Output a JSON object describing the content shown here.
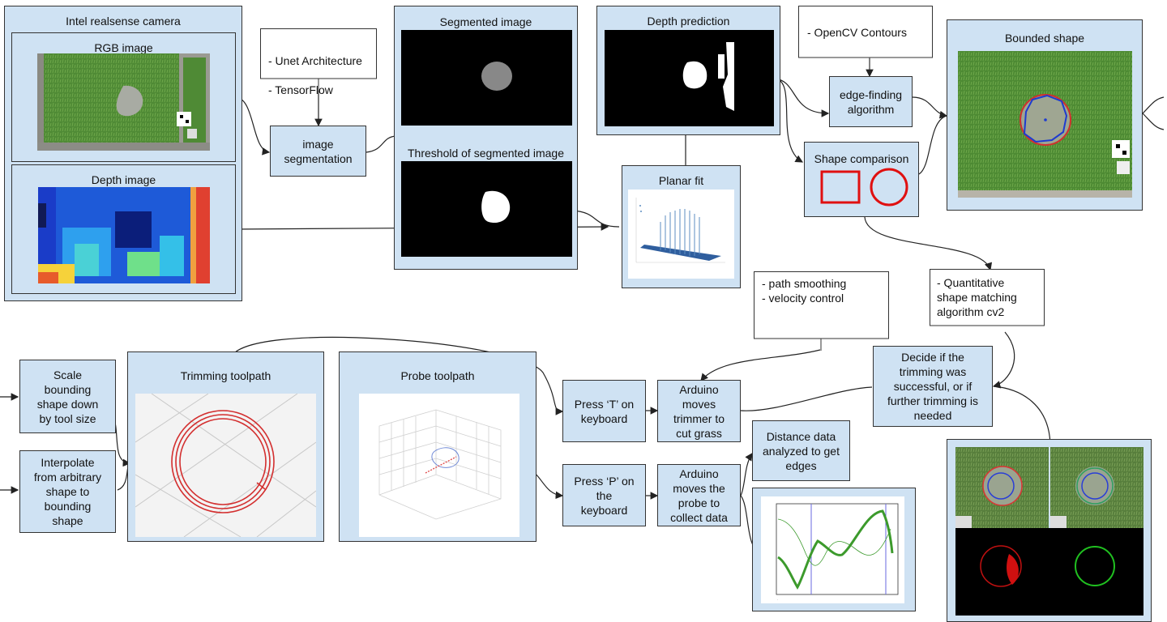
{
  "camera": {
    "title": "Intel realsense camera",
    "rgb_title": "RGB image",
    "depth_title": "Depth image"
  },
  "unet_note": {
    "line1": "- Unet Architecture",
    "line2": "- TensorFlow"
  },
  "image_segmentation": "image\nsegmentation",
  "segmented": {
    "title": "Segmented image",
    "threshold_title": "Threshold of segmented image"
  },
  "depth_prediction": {
    "title": "Depth prediction"
  },
  "planar_fit": {
    "title": "Planar fit"
  },
  "opencv_note": "- OpenCV Contours",
  "edge_finding": "edge-finding\nalgorithm",
  "shape_comparison": {
    "title": "Shape comparison"
  },
  "bounded_shape": {
    "title": "Bounded shape"
  },
  "quant_note": "- Quantitative\nshape matching\nalgorithm cv2",
  "path_note": "- path smoothing\n- velocity control",
  "scale_box": "Scale\nbounding\nshape down\nby tool size",
  "interp_box": "Interpolate\nfrom arbitrary\nshape to\nbounding\nshape",
  "trimming_toolpath": {
    "title": "Trimming toolpath"
  },
  "probe_toolpath": {
    "title": "Probe toolpath"
  },
  "press_t": "Press ‘T’ on\nkeyboard",
  "press_p": "Press ‘P’ on\nthe\nkeyboard",
  "arduino_trim": "Arduino\nmoves\ntrimmer to\ncut grass",
  "arduino_probe": "Arduino\nmoves the\nprobe to\ncollect data",
  "distance_note": "Distance data\nanalyzed to get\nedges",
  "decide_box": "Decide if the\ntrimming was\nsuccessful, or if\nfurther trimming is\nneeded",
  "colors": {
    "box_fill": "#cfe2f3",
    "grass": "#4f8a35",
    "trim_red": "#d32f2f",
    "probe_green": "#3c9a2c",
    "plot_blue": "#5b7fb5"
  }
}
